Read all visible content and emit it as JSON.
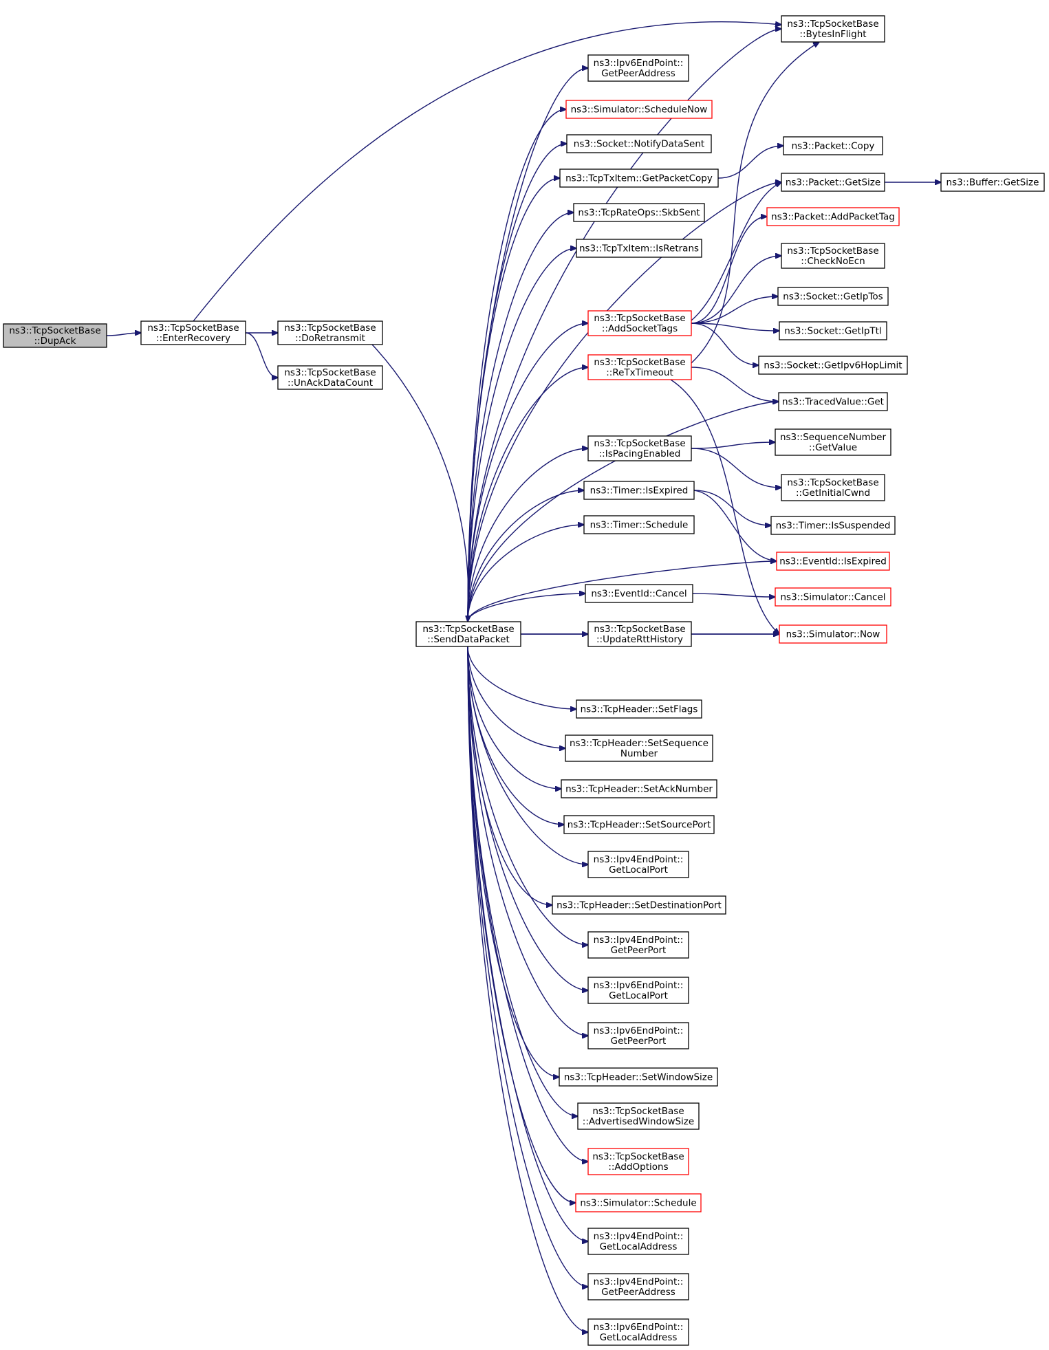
{
  "colors": {
    "edge": "#191970",
    "node_border": "#000000",
    "node_border_truncated": "#ff0000",
    "node_fill": "#ffffff",
    "current_fill": "#bfbfbf"
  },
  "nodes": [
    {
      "id": "dupack",
      "lines": [
        "ns3::TcpSocketBase",
        "::DupAck"
      ],
      "style": "current"
    },
    {
      "id": "enterrecovery",
      "lines": [
        "ns3::TcpSocketBase",
        "::EnterRecovery"
      ],
      "style": "normal"
    },
    {
      "id": "doretransmit",
      "lines": [
        "ns3::TcpSocketBase",
        "::DoRetransmit"
      ],
      "style": "normal"
    },
    {
      "id": "unackdatacount",
      "lines": [
        "ns3::TcpSocketBase",
        "::UnAckDataCount"
      ],
      "style": "normal"
    },
    {
      "id": "senddatapacket",
      "lines": [
        "ns3::TcpSocketBase",
        "::SendDataPacket"
      ],
      "style": "normal"
    },
    {
      "id": "bytesinflight",
      "lines": [
        "ns3::TcpSocketBase",
        "::BytesInFlight"
      ],
      "style": "normal"
    },
    {
      "id": "ipv6ep_getpeeraddress",
      "lines": [
        "ns3::Ipv6EndPoint::",
        "GetPeerAddress"
      ],
      "style": "normal"
    },
    {
      "id": "sim_schedulenow",
      "lines": [
        "ns3::Simulator::ScheduleNow"
      ],
      "style": "truncated"
    },
    {
      "id": "socket_notifydatasent",
      "lines": [
        "ns3::Socket::NotifyDataSent"
      ],
      "style": "normal"
    },
    {
      "id": "txitem_getpacketcopy",
      "lines": [
        "ns3::TcpTxItem::GetPacketCopy"
      ],
      "style": "normal"
    },
    {
      "id": "rateops_skbsent",
      "lines": [
        "ns3::TcpRateOps::SkbSent"
      ],
      "style": "normal"
    },
    {
      "id": "txitem_isretrans",
      "lines": [
        "ns3::TcpTxItem::IsRetrans"
      ],
      "style": "normal"
    },
    {
      "id": "addsockettags",
      "lines": [
        "ns3::TcpSocketBase",
        "::AddSocketTags"
      ],
      "style": "truncated"
    },
    {
      "id": "retxtimeout",
      "lines": [
        "ns3::TcpSocketBase",
        "::ReTxTimeout"
      ],
      "style": "truncated"
    },
    {
      "id": "ispacingenabled",
      "lines": [
        "ns3::TcpSocketBase",
        "::IsPacingEnabled"
      ],
      "style": "normal"
    },
    {
      "id": "timer_isexpired",
      "lines": [
        "ns3::Timer::IsExpired"
      ],
      "style": "normal"
    },
    {
      "id": "timer_schedule",
      "lines": [
        "ns3::Timer::Schedule"
      ],
      "style": "normal"
    },
    {
      "id": "eventid_cancel",
      "lines": [
        "ns3::EventId::Cancel"
      ],
      "style": "normal"
    },
    {
      "id": "updaterttHistory",
      "lines": [
        "ns3::TcpSocketBase",
        "::UpdateRttHistory"
      ],
      "style": "normal"
    },
    {
      "id": "packet_copy",
      "lines": [
        "ns3::Packet::Copy"
      ],
      "style": "normal"
    },
    {
      "id": "packet_getsize",
      "lines": [
        "ns3::Packet::GetSize"
      ],
      "style": "normal"
    },
    {
      "id": "buffer_getsize",
      "lines": [
        "ns3::Buffer::GetSize"
      ],
      "style": "normal"
    },
    {
      "id": "packet_addpackettag",
      "lines": [
        "ns3::Packet::AddPacketTag"
      ],
      "style": "truncated"
    },
    {
      "id": "checknoecn",
      "lines": [
        "ns3::TcpSocketBase",
        "::CheckNoEcn"
      ],
      "style": "normal"
    },
    {
      "id": "socket_getiptos",
      "lines": [
        "ns3::Socket::GetIpTos"
      ],
      "style": "normal"
    },
    {
      "id": "socket_getipttl",
      "lines": [
        "ns3::Socket::GetIpTtl"
      ],
      "style": "normal"
    },
    {
      "id": "socket_getipv6hoplimit",
      "lines": [
        "ns3::Socket::GetIpv6HopLimit"
      ],
      "style": "normal"
    },
    {
      "id": "tracedvalue_get",
      "lines": [
        "ns3::TracedValue::Get"
      ],
      "style": "normal"
    },
    {
      "id": "seqnum_getvalue",
      "lines": [
        "ns3::SequenceNumber",
        "::GetValue"
      ],
      "style": "normal"
    },
    {
      "id": "getinitialcwnd",
      "lines": [
        "ns3::TcpSocketBase",
        "::GetInitialCwnd"
      ],
      "style": "normal"
    },
    {
      "id": "timer_issuspended",
      "lines": [
        "ns3::Timer::IsSuspended"
      ],
      "style": "normal"
    },
    {
      "id": "eventid_isexpired",
      "lines": [
        "ns3::EventId::IsExpired"
      ],
      "style": "truncated"
    },
    {
      "id": "sim_cancel",
      "lines": [
        "ns3::Simulator::Cancel"
      ],
      "style": "truncated"
    },
    {
      "id": "sim_now",
      "lines": [
        "ns3::Simulator::Now"
      ],
      "style": "truncated"
    },
    {
      "id": "hdr_setflags",
      "lines": [
        "ns3::TcpHeader::SetFlags"
      ],
      "style": "normal"
    },
    {
      "id": "hdr_setsequencenumber",
      "lines": [
        "ns3::TcpHeader::SetSequence",
        "Number"
      ],
      "style": "normal"
    },
    {
      "id": "hdr_setacknumber",
      "lines": [
        "ns3::TcpHeader::SetAckNumber"
      ],
      "style": "normal"
    },
    {
      "id": "hdr_setsourceport",
      "lines": [
        "ns3::TcpHeader::SetSourcePort"
      ],
      "style": "normal"
    },
    {
      "id": "ipv4ep_getlocalport",
      "lines": [
        "ns3::Ipv4EndPoint::",
        "GetLocalPort"
      ],
      "style": "normal"
    },
    {
      "id": "hdr_setdestinationport",
      "lines": [
        "ns3::TcpHeader::SetDestinationPort"
      ],
      "style": "normal"
    },
    {
      "id": "ipv4ep_getpeerport",
      "lines": [
        "ns3::Ipv4EndPoint::",
        "GetPeerPort"
      ],
      "style": "normal"
    },
    {
      "id": "ipv6ep_getlocalport",
      "lines": [
        "ns3::Ipv6EndPoint::",
        "GetLocalPort"
      ],
      "style": "normal"
    },
    {
      "id": "ipv6ep_getpeerport",
      "lines": [
        "ns3::Ipv6EndPoint::",
        "GetPeerPort"
      ],
      "style": "normal"
    },
    {
      "id": "hdr_setwindowsize",
      "lines": [
        "ns3::TcpHeader::SetWindowSize"
      ],
      "style": "normal"
    },
    {
      "id": "advertisedwindowsize",
      "lines": [
        "ns3::TcpSocketBase",
        "::AdvertisedWindowSize"
      ],
      "style": "normal"
    },
    {
      "id": "addoptions",
      "lines": [
        "ns3::TcpSocketBase",
        "::AddOptions"
      ],
      "style": "truncated"
    },
    {
      "id": "sim_schedule",
      "lines": [
        "ns3::Simulator::Schedule"
      ],
      "style": "truncated"
    },
    {
      "id": "ipv4ep_getlocaladdress",
      "lines": [
        "ns3::Ipv4EndPoint::",
        "GetLocalAddress"
      ],
      "style": "normal"
    },
    {
      "id": "ipv4ep_getpeeraddress",
      "lines": [
        "ns3::Ipv4EndPoint::",
        "GetPeerAddress"
      ],
      "style": "normal"
    },
    {
      "id": "ipv6ep_getlocaladdress",
      "lines": [
        "ns3::Ipv6EndPoint::",
        "GetLocalAddress"
      ],
      "style": "normal"
    }
  ],
  "edges": [
    [
      "dupack",
      "enterrecovery"
    ],
    [
      "enterrecovery",
      "doretransmit"
    ],
    [
      "enterrecovery",
      "unackdatacount"
    ],
    [
      "enterrecovery",
      "bytesinflight"
    ],
    [
      "doretransmit",
      "senddatapacket"
    ],
    [
      "senddatapacket",
      "bytesinflight"
    ],
    [
      "senddatapacket",
      "ipv6ep_getpeeraddress"
    ],
    [
      "senddatapacket",
      "sim_schedulenow"
    ],
    [
      "senddatapacket",
      "socket_notifydatasent"
    ],
    [
      "senddatapacket",
      "txitem_getpacketcopy"
    ],
    [
      "senddatapacket",
      "rateops_skbsent"
    ],
    [
      "senddatapacket",
      "txitem_isretrans"
    ],
    [
      "senddatapacket",
      "packet_getsize"
    ],
    [
      "senddatapacket",
      "addsockettags"
    ],
    [
      "senddatapacket",
      "retxtimeout"
    ],
    [
      "senddatapacket",
      "tracedvalue_get"
    ],
    [
      "senddatapacket",
      "ispacingenabled"
    ],
    [
      "senddatapacket",
      "timer_isexpired"
    ],
    [
      "senddatapacket",
      "timer_schedule"
    ],
    [
      "senddatapacket",
      "eventid_isexpired"
    ],
    [
      "senddatapacket",
      "eventid_cancel"
    ],
    [
      "senddatapacket",
      "updaterttHistory"
    ],
    [
      "senddatapacket",
      "sim_now"
    ],
    [
      "senddatapacket",
      "hdr_setflags"
    ],
    [
      "senddatapacket",
      "hdr_setsequencenumber"
    ],
    [
      "senddatapacket",
      "hdr_setacknumber"
    ],
    [
      "senddatapacket",
      "hdr_setsourceport"
    ],
    [
      "senddatapacket",
      "ipv4ep_getlocalport"
    ],
    [
      "senddatapacket",
      "hdr_setdestinationport"
    ],
    [
      "senddatapacket",
      "ipv4ep_getpeerport"
    ],
    [
      "senddatapacket",
      "ipv6ep_getlocalport"
    ],
    [
      "senddatapacket",
      "ipv6ep_getpeerport"
    ],
    [
      "senddatapacket",
      "hdr_setwindowsize"
    ],
    [
      "senddatapacket",
      "advertisedwindowsize"
    ],
    [
      "senddatapacket",
      "addoptions"
    ],
    [
      "senddatapacket",
      "sim_schedule"
    ],
    [
      "senddatapacket",
      "ipv4ep_getlocaladdress"
    ],
    [
      "senddatapacket",
      "ipv4ep_getpeeraddress"
    ],
    [
      "senddatapacket",
      "ipv6ep_getlocaladdress"
    ],
    [
      "txitem_getpacketcopy",
      "packet_copy"
    ],
    [
      "packet_getsize",
      "buffer_getsize"
    ],
    [
      "addsockettags",
      "packet_getsize"
    ],
    [
      "addsockettags",
      "packet_addpackettag"
    ],
    [
      "addsockettags",
      "checknoecn"
    ],
    [
      "addsockettags",
      "socket_getiptos"
    ],
    [
      "addsockettags",
      "socket_getipttl"
    ],
    [
      "addsockettags",
      "socket_getipv6hoplimit"
    ],
    [
      "retxtimeout",
      "bytesinflight"
    ],
    [
      "retxtimeout",
      "tracedvalue_get"
    ],
    [
      "retxtimeout",
      "sim_now"
    ],
    [
      "ispacingenabled",
      "seqnum_getvalue"
    ],
    [
      "ispacingenabled",
      "getinitialcwnd"
    ],
    [
      "timer_isexpired",
      "timer_issuspended"
    ],
    [
      "timer_isexpired",
      "eventid_isexpired"
    ],
    [
      "eventid_cancel",
      "sim_cancel"
    ],
    [
      "updaterttHistory",
      "sim_now"
    ]
  ]
}
